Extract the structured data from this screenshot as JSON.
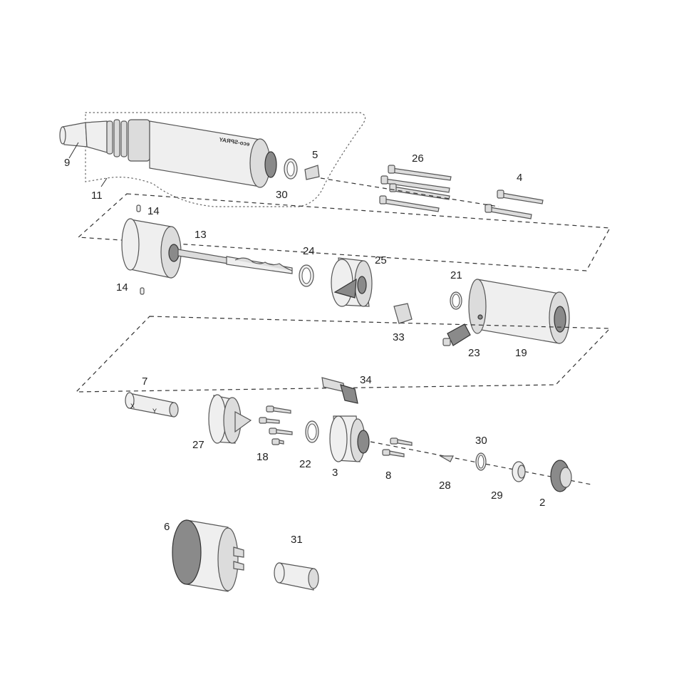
{
  "diagram": {
    "product_mark": "eco-SPRAY",
    "labels": {
      "p2": "2",
      "p3": "3",
      "p4": "4",
      "p5": "5",
      "p6": "6",
      "p7": "7",
      "p8": "8",
      "p9": "9",
      "p11": "11",
      "p13": "13",
      "p14a": "14",
      "p14b": "14",
      "p18": "18",
      "p19": "19",
      "p21": "21",
      "p22": "22",
      "p23": "23",
      "p24": "24",
      "p25": "25",
      "p26": "26",
      "p27": "27",
      "p28": "28",
      "p29": "29",
      "p30a": "30",
      "p30b": "30",
      "p31": "31",
      "p33": "33",
      "p34": "34"
    },
    "insert_marks": {
      "x": "X",
      "y": "Y"
    }
  }
}
